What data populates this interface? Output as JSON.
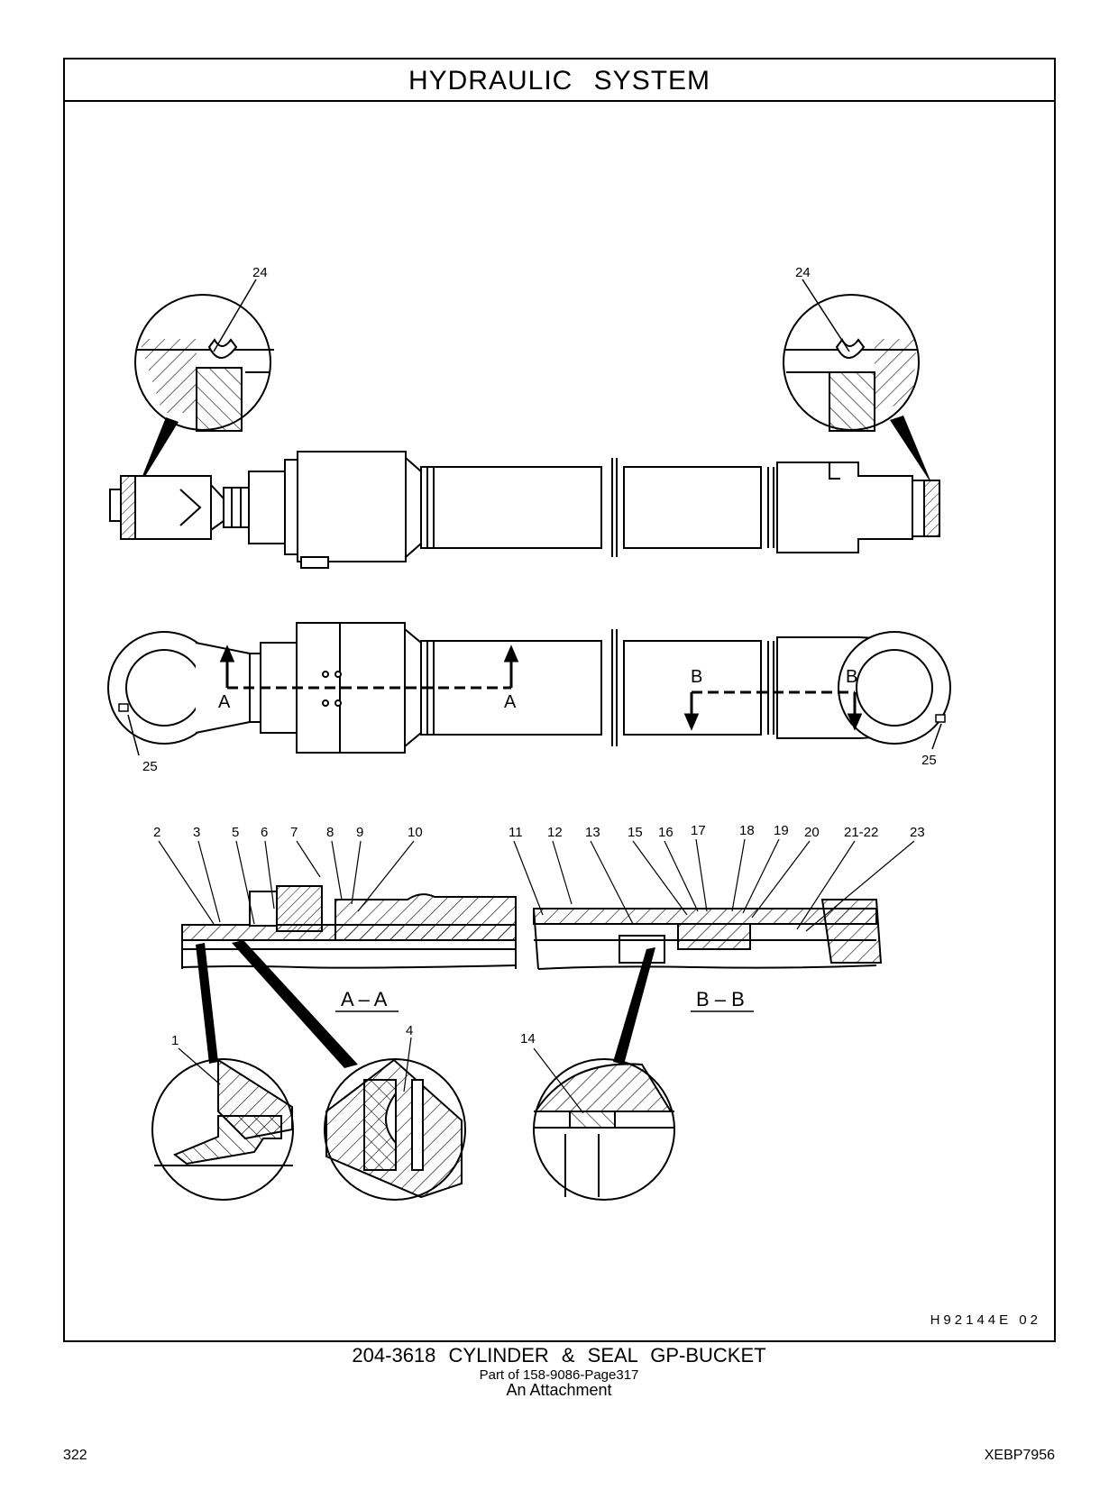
{
  "header": {
    "title": "HYDRAULIC   SYSTEM"
  },
  "figure_id": "H92144E     02",
  "caption": {
    "title": "204-3618   CYLINDER  &  SEAL  GP-BUCKET",
    "subtitle": "Part of 158-9086-Page317",
    "note": "An Attachment"
  },
  "footer": {
    "page_number": "322",
    "doc_code": "XEBP7956"
  },
  "section_labels": {
    "a_left": "A",
    "a_right": "A",
    "b_left": "B",
    "b_right": "B",
    "section_aa": "A – A",
    "section_bb": "B – B"
  },
  "callouts": {
    "c1": "1",
    "c2": "2",
    "c3": "3",
    "c4": "4",
    "c5": "5",
    "c6": "6",
    "c7": "7",
    "c8": "8",
    "c9": "9",
    "c10": "10",
    "c11": "11",
    "c12": "12",
    "c13": "13",
    "c14": "14",
    "c15": "15",
    "c16": "16",
    "c17": "17",
    "c18": "18",
    "c19": "19",
    "c20": "20",
    "c21_22": "21-22",
    "c23": "23",
    "c24_left": "24",
    "c24_right": "24",
    "c25_left": "25",
    "c25_right": "25"
  }
}
